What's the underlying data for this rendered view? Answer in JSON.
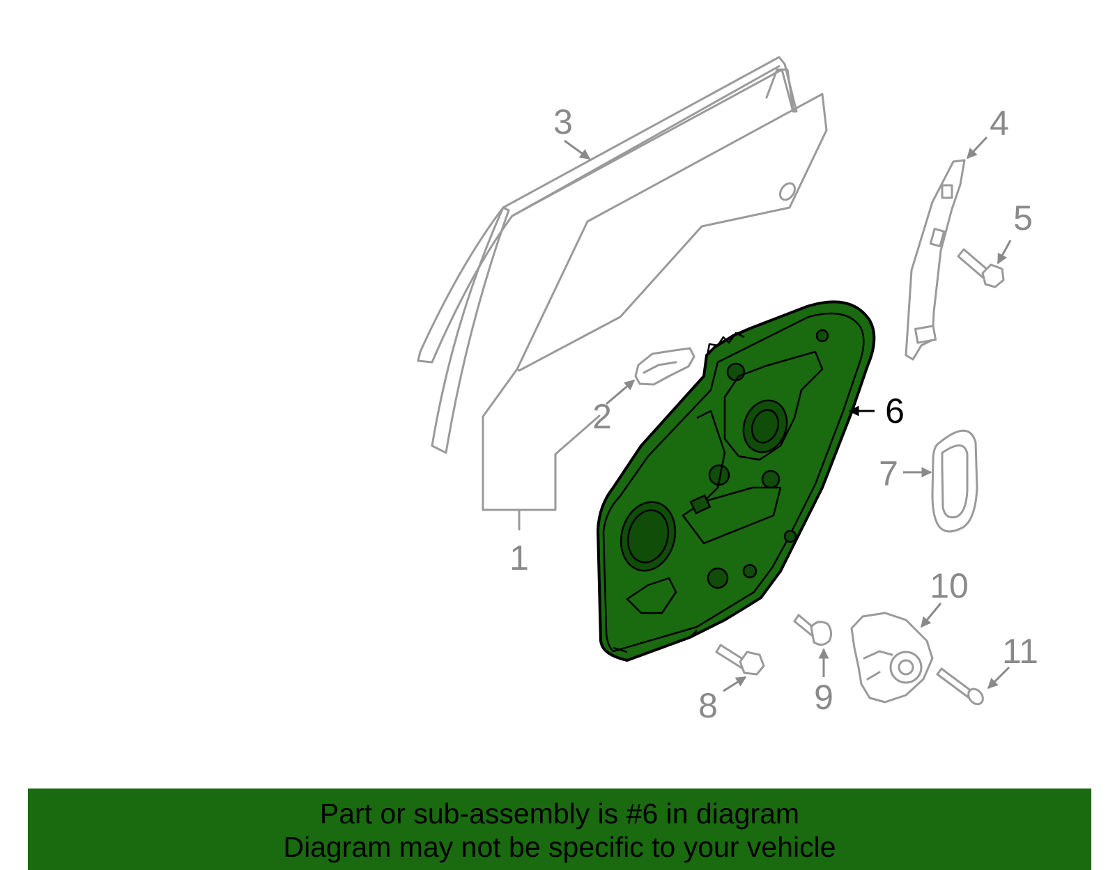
{
  "diagram": {
    "highlighted_part": "6",
    "highlight_color": "#1a6a10",
    "callouts": [
      "1",
      "2",
      "3",
      "4",
      "5",
      "6",
      "7",
      "8",
      "9",
      "10",
      "11"
    ]
  },
  "banner": {
    "line1": "Part or sub-assembly is #6 in diagram",
    "line2": "Diagram may not be specific to your vehicle",
    "background": "#1a6a10"
  }
}
